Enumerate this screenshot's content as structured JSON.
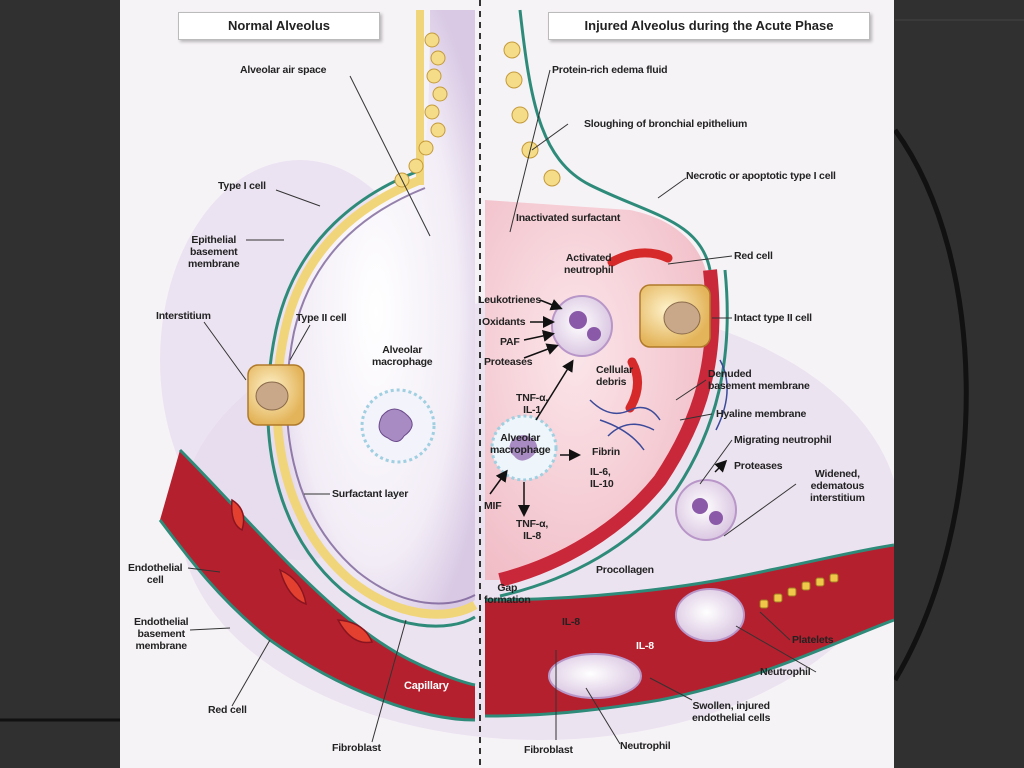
{
  "titles": {
    "normal": "Normal Alveolus",
    "injured": "Injured Alveolus during the Acute Phase"
  },
  "labels_left": {
    "air_space": "Alveolar air space",
    "type1": "Type I cell",
    "epi_bm_1": "Epithelial",
    "epi_bm_2": "basement",
    "epi_bm_3": "membrane",
    "interstitium": "Interstitium",
    "type2": "Type II cell",
    "macro_1": "Alveolar",
    "macro_2": "macrophage",
    "surfactant": "Surfactant layer",
    "endo_1": "Endothelial",
    "endo_2": "cell",
    "endo_bm_1": "Endothelial",
    "endo_bm_2": "basement",
    "endo_bm_3": "membrane",
    "red_cell": "Red cell",
    "fibroblast": "Fibroblast",
    "capillary": "Capillary"
  },
  "labels_right": {
    "edema": "Protein-rich edema fluid",
    "sloughing": "Sloughing of bronchial epithelium",
    "necrotic": "Necrotic or apoptotic type I cell",
    "inactivated": "Inactivated surfactant",
    "act_neut_1": "Activated",
    "act_neut_2": "neutrophil",
    "red_cell": "Red cell",
    "leukotrienes": "Leukotrienes",
    "oxidants": "Oxidants",
    "paf": "PAF",
    "proteases_left": "Proteases",
    "intact_type2": "Intact type II cell",
    "tnf1_1": "TNF-α,",
    "tnf1_2": "IL-1",
    "cellular_1": "Cellular",
    "cellular_2": "debris",
    "denuded_1": "Denuded",
    "denuded_2": "basement membrane",
    "hyaline": "Hyaline membrane",
    "alv_mac_1": "Alveolar",
    "alv_mac_2": "macrophage",
    "fibrin": "Fibrin",
    "migrating": "Migrating neutrophil",
    "proteases_right": "Proteases",
    "il6_1": "IL-6,",
    "il6_2": "IL-10",
    "widened_1": "Widened,",
    "widened_2": "edematous",
    "widened_3": "interstitium",
    "mif": "MIF",
    "tnf2_1": "TNF-α,",
    "tnf2_2": "IL-8",
    "procollagen": "Procollagen",
    "gap_1": "Gap",
    "gap_2": "formation",
    "il8_a": "IL-8",
    "il8_b": "IL-8",
    "platelets": "Platelets",
    "neutrophil_r": "Neutrophil",
    "swollen_1": "Swollen, injured",
    "swollen_2": "endothelial cells",
    "fibroblast": "Fibroblast",
    "neutrophil_b": "Neutrophil"
  }
}
